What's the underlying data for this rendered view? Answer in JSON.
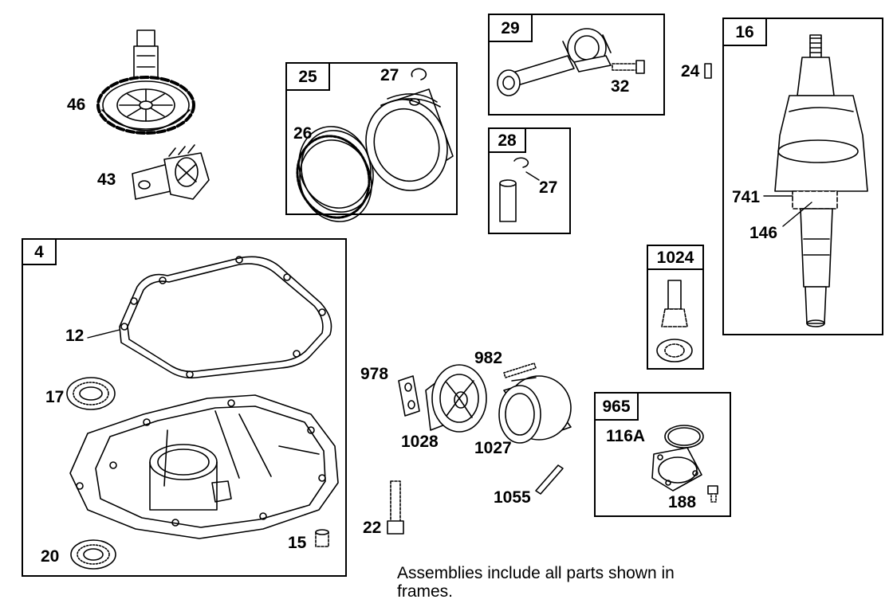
{
  "frames": {
    "f25": "25",
    "f29": "29",
    "f28": "28",
    "f16": "16",
    "f4": "4",
    "f1024": "1024",
    "f965": "965"
  },
  "labels": {
    "l46": "46",
    "l43": "43",
    "l27a": "27",
    "l26": "26",
    "l32": "32",
    "l27b": "27",
    "l24": "24",
    "l741": "741",
    "l146": "146",
    "l12": "12",
    "l17": "17",
    "l20": "20",
    "l15": "15",
    "l978": "978",
    "l982": "982",
    "l1028": "1028",
    "l1027": "1027",
    "l1055": "1055",
    "l22": "22",
    "l116A": "116A",
    "l188": "188"
  },
  "note": {
    "line1": "Assemblies include all parts shown in",
    "line2": "frames."
  }
}
